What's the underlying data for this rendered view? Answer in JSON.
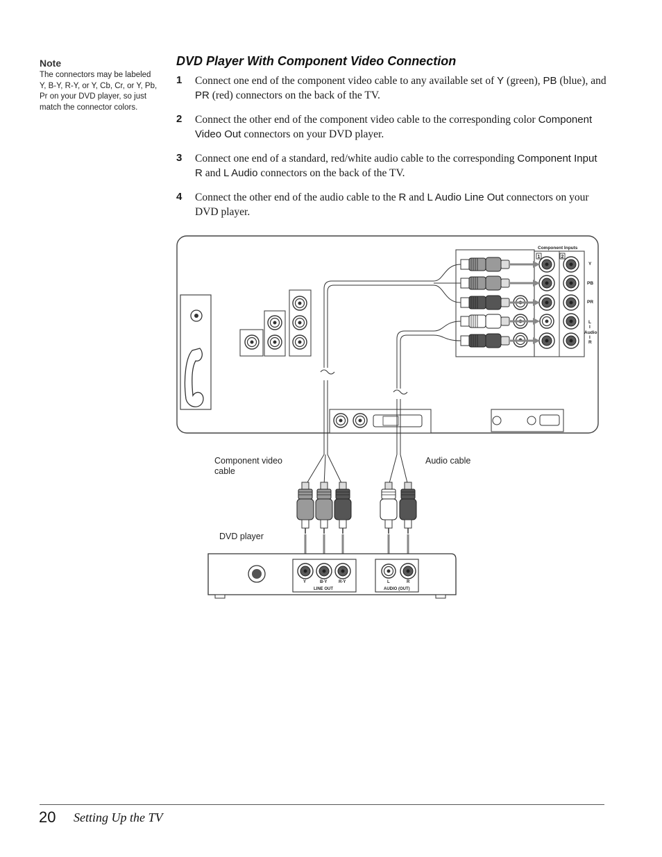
{
  "note": {
    "title": "Note",
    "body": "The connectors may be labeled Y, B-Y, R-Y, or Y, Cb, Cr, or Y, Pb, Pr on your DVD player, so just match the connector colors."
  },
  "heading": "DVD Player With Component Video Connection",
  "steps": [
    {
      "num": "1",
      "t1": "Connect one end of the component video cable to any available set of ",
      "y": "Y",
      "t2": " (green), ",
      "pb": "PB",
      "t3": " (blue), and ",
      "pr": "PR",
      "t4": " (red) connectors on the back of the TV."
    },
    {
      "num": "2",
      "t1": "Connect the other end of the component video cable to the corresponding color ",
      "ui1": "Component Video Out",
      "t2": " connectors on your DVD player."
    },
    {
      "num": "3",
      "t1": "Connect one end of a standard, red/white audio cable to the corresponding ",
      "ui1": "Component Input R",
      "t2": " and ",
      "ui2": "L Audio",
      "t3": " connectors on the back of the TV."
    },
    {
      "num": "4",
      "t1": "Connect the other end of the audio cable to the ",
      "ui1": "R",
      "t2": " and ",
      "ui2": "L Audio Line Out",
      "t3": " connectors on your DVD player."
    }
  ],
  "diagram": {
    "panel_title": "Component Inputs",
    "input1": "1",
    "input2": "2",
    "y": "Y",
    "pb": "PB",
    "pr": "PR",
    "l": "L",
    "audio_pipe": "I",
    "audio": "Audio",
    "r": "R",
    "component_cable_label": "Component video cable",
    "audio_cable_label": "Audio cable",
    "dvd_label": "DVD player",
    "dvd_y": "Y",
    "dvd_by": "B-Y",
    "dvd_ry": "R-Y",
    "dvd_line_out": "LINE OUT",
    "dvd_l": "L",
    "dvd_r": "R",
    "dvd_audio_out": "AUDIO (OUT)"
  },
  "footer": {
    "page_number": "20",
    "section": "Setting Up the TV"
  }
}
